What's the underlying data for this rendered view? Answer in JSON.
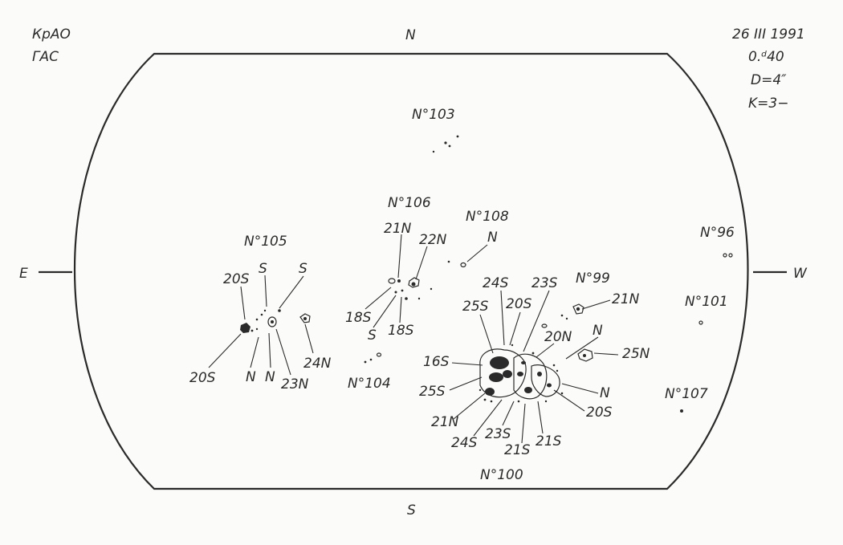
{
  "header_left": {
    "observatory": "КрАО",
    "instrument": "ГАС"
  },
  "header_right": {
    "date": "26 III 1991",
    "time": "0.ᵈ40",
    "diameter": "D=4″",
    "seeing": "K=3−"
  },
  "compass": {
    "north": "N",
    "south": "S",
    "east": "E",
    "west": "W"
  },
  "regions": {
    "r103": {
      "number": "N°103"
    },
    "r106": {
      "number": "N°106",
      "labels": [
        "21N",
        "22N",
        "18S",
        "S",
        "18S"
      ]
    },
    "r108": {
      "number": "N°108",
      "labels": [
        "N"
      ]
    },
    "r105": {
      "number": "N°105",
      "labels": [
        "20S",
        "S",
        "S",
        "20S",
        "N",
        "N",
        "23N",
        "24N"
      ]
    },
    "r104": {
      "number": "N°104"
    },
    "r99": {
      "number": "N°99",
      "labels": [
        "21N",
        "N",
        "25N",
        "20N"
      ]
    },
    "r96": {
      "number": "N°96"
    },
    "r101": {
      "number": "N°101"
    },
    "r107": {
      "number": "N°107"
    },
    "r100": {
      "number": "N°100",
      "labels": [
        "24S",
        "23S",
        "25S",
        "20S",
        "16S",
        "25S",
        "21N",
        "24S",
        "23S",
        "21S",
        "21S",
        "N",
        "20S"
      ]
    }
  }
}
